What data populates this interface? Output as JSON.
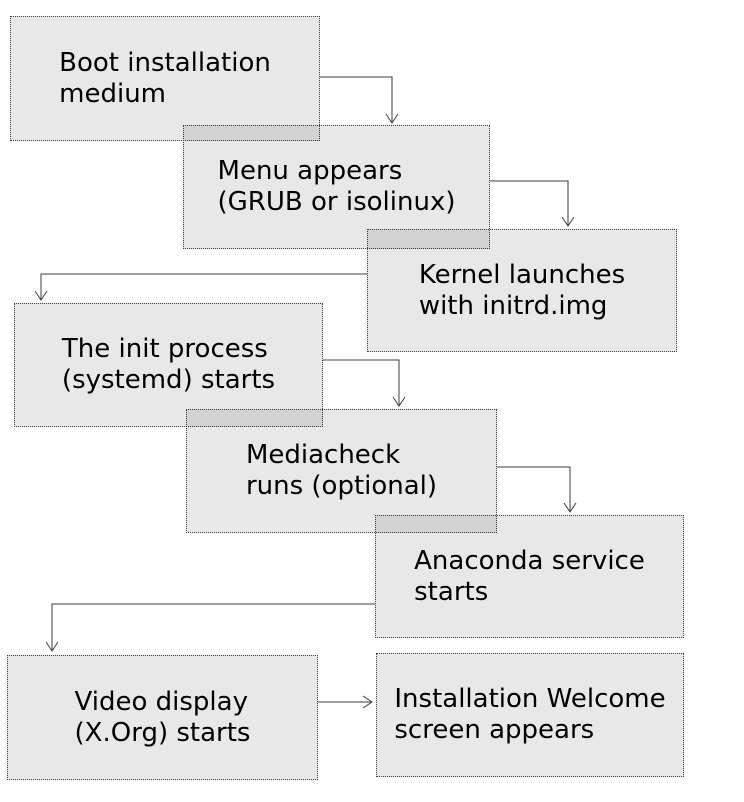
{
  "diagram": {
    "type": "flowchart",
    "boxes": [
      {
        "id": "boot-medium",
        "line1": "Boot installation",
        "line2": "medium"
      },
      {
        "id": "menu-appears",
        "line1": "Menu appears",
        "line2": "(GRUB or isolinux)"
      },
      {
        "id": "kernel-launch",
        "line1": "Kernel launches",
        "line2": "with initrd.img"
      },
      {
        "id": "init-process",
        "line1": "The init process",
        "line2": "(systemd) starts"
      },
      {
        "id": "mediacheck",
        "line1": "Mediacheck",
        "line2": "runs (optional)"
      },
      {
        "id": "anaconda",
        "line1": "Anaconda service",
        "line2": "starts"
      },
      {
        "id": "video-display",
        "line1": "Video display",
        "line2": "(X.Org) starts"
      },
      {
        "id": "welcome-screen",
        "line1": "Installation Welcome",
        "line2": "screen appears"
      }
    ],
    "edges": [
      {
        "from": "boot-medium",
        "to": "menu-appears"
      },
      {
        "from": "menu-appears",
        "to": "kernel-launch"
      },
      {
        "from": "kernel-launch",
        "to": "init-process"
      },
      {
        "from": "init-process",
        "to": "mediacheck"
      },
      {
        "from": "mediacheck",
        "to": "anaconda"
      },
      {
        "from": "anaconda",
        "to": "video-display"
      },
      {
        "from": "video-display",
        "to": "welcome-screen"
      }
    ],
    "colors": {
      "background": "#ffffff",
      "box_fill": "#e8e8e8",
      "box_overlap_fill": "#d3d3d3",
      "box_border": "#3c3c3c",
      "arrow": "#3c3c3c",
      "text": "#000000"
    }
  }
}
